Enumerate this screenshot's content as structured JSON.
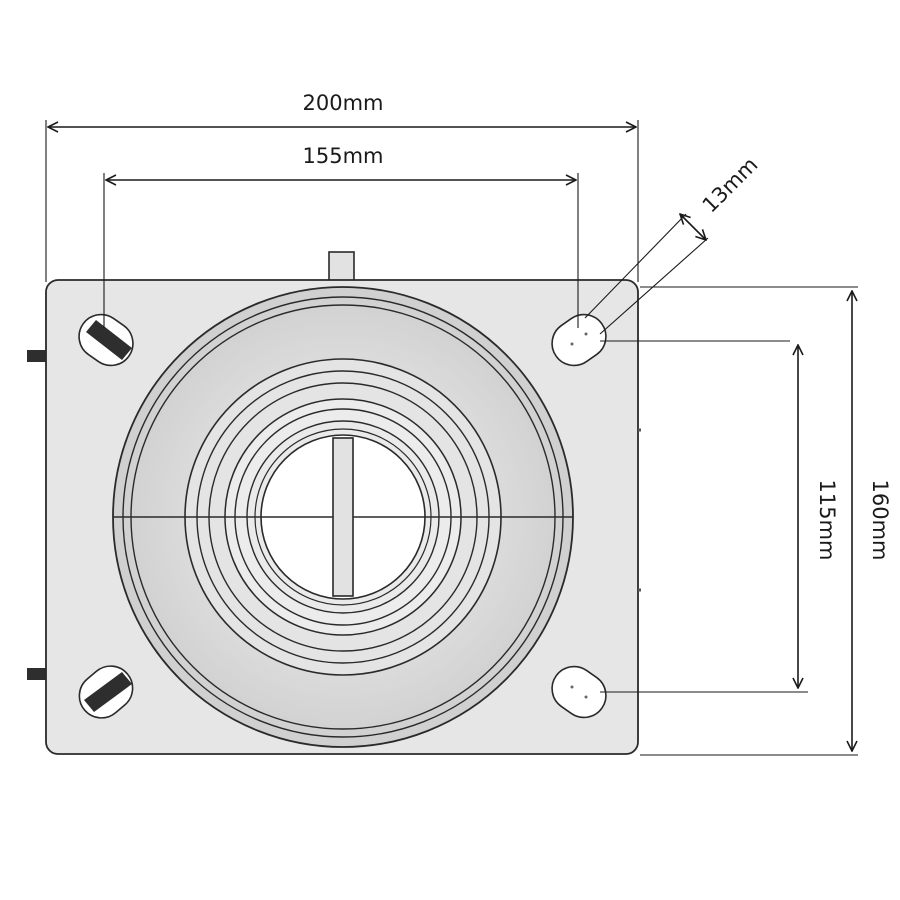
{
  "diagram": {
    "dimensions": {
      "overall_width": "200mm",
      "hole_spacing_width": "155mm",
      "slot_width": "13mm",
      "hole_spacing_height": "115mm",
      "overall_height": "160mm"
    },
    "colors": {
      "plate_fill": "#e6e6e6",
      "line": "#2a2a2a",
      "slot_fill": "#ffffff",
      "slot_shadow": "#2e2e2e",
      "background": "#ffffff"
    }
  }
}
